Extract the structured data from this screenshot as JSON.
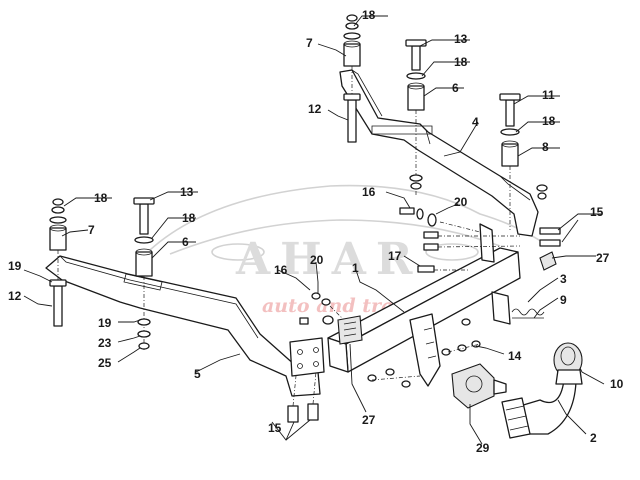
{
  "watermark": {
    "brand": "AHAR",
    "tagline": "auto and travel"
  },
  "callouts": [
    {
      "id": "c18a",
      "label": "18"
    },
    {
      "id": "c13a",
      "label": "13"
    },
    {
      "id": "c7a",
      "label": "7"
    },
    {
      "id": "c18b",
      "label": "18"
    },
    {
      "id": "c6a",
      "label": "6"
    },
    {
      "id": "c12a",
      "label": "12"
    },
    {
      "id": "c11",
      "label": "11"
    },
    {
      "id": "c18c",
      "label": "18"
    },
    {
      "id": "c4",
      "label": "4"
    },
    {
      "id": "c8",
      "label": "8"
    },
    {
      "id": "c16a",
      "label": "16"
    },
    {
      "id": "c20a",
      "label": "20"
    },
    {
      "id": "c15a",
      "label": "15"
    },
    {
      "id": "c27a",
      "label": "27"
    },
    {
      "id": "c18d",
      "label": "18"
    },
    {
      "id": "c13b",
      "label": "13"
    },
    {
      "id": "c18e",
      "label": "18"
    },
    {
      "id": "c7b",
      "label": "7"
    },
    {
      "id": "c6b",
      "label": "6"
    },
    {
      "id": "c19a",
      "label": "19"
    },
    {
      "id": "c12b",
      "label": "12"
    },
    {
      "id": "c16b",
      "label": "16"
    },
    {
      "id": "c20b",
      "label": "20"
    },
    {
      "id": "c1",
      "label": "1"
    },
    {
      "id": "c17",
      "label": "17"
    },
    {
      "id": "c3",
      "label": "3"
    },
    {
      "id": "c9",
      "label": "9"
    },
    {
      "id": "c19b",
      "label": "19"
    },
    {
      "id": "c23",
      "label": "23"
    },
    {
      "id": "c25",
      "label": "25"
    },
    {
      "id": "c14",
      "label": "14"
    },
    {
      "id": "c5",
      "label": "5"
    },
    {
      "id": "c10",
      "label": "10"
    },
    {
      "id": "c27b",
      "label": "27"
    },
    {
      "id": "c29",
      "label": "29"
    },
    {
      "id": "c15b",
      "label": "15"
    },
    {
      "id": "c2",
      "label": "2"
    }
  ]
}
